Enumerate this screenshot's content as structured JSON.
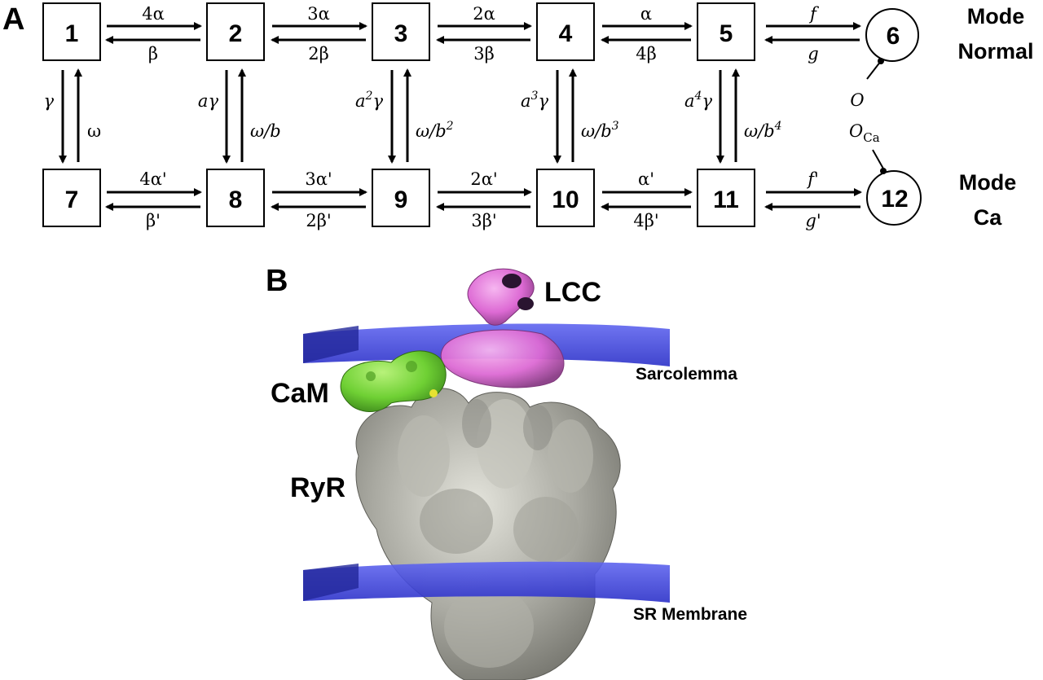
{
  "panel_a": {
    "letter": "A",
    "states_top": [
      "1",
      "2",
      "3",
      "4",
      "5"
    ],
    "states_bottom": [
      "7",
      "8",
      "9",
      "10",
      "11"
    ],
    "open_top": "6",
    "open_bottom": "12",
    "rates_top_forward": [
      "4α",
      "3α",
      "2α",
      "α",
      "f"
    ],
    "rates_top_backward": [
      "β",
      "2β",
      "3β",
      "4β",
      "g"
    ],
    "rates_bottom_forward": [
      "4α'",
      "3α'",
      "2α'",
      "α'",
      "f'"
    ],
    "rates_bottom_backward": [
      "β'",
      "2β'",
      "3β'",
      "4β'",
      "g'"
    ],
    "vertical_down": [
      {
        "base": "γ",
        "sup": ""
      },
      {
        "base": "aγ",
        "sup": ""
      },
      {
        "base": "a",
        "sup": "2",
        "tail": "γ"
      },
      {
        "base": "a",
        "sup": "3",
        "tail": "γ"
      },
      {
        "base": "a",
        "sup": "4",
        "tail": "γ"
      }
    ],
    "vertical_up": [
      {
        "base": "ω",
        "sup": ""
      },
      {
        "base": "ω/b",
        "sup": ""
      },
      {
        "base": "ω/b",
        "sup": "2"
      },
      {
        "base": "ω/b",
        "sup": "3"
      },
      {
        "base": "ω/b",
        "sup": "4"
      }
    ],
    "open_label_top": "O",
    "open_label_bottom": "O",
    "open_label_bottom_sub": "Ca",
    "mode_normal": [
      "Mode",
      "Normal"
    ],
    "mode_ca": [
      "Mode",
      "Ca"
    ]
  },
  "panel_b": {
    "letter": "B",
    "labels": {
      "lcc": "LCC",
      "cam": "CaM",
      "ryr": "RyR",
      "sarcolemma": "Sarcolemma",
      "sr_membrane": "SR Membrane"
    },
    "colors": {
      "membrane": "#3a3fe0",
      "lcc": "#e070d8",
      "cam": "#77d63a",
      "ryr": "#a8a8a0"
    }
  }
}
